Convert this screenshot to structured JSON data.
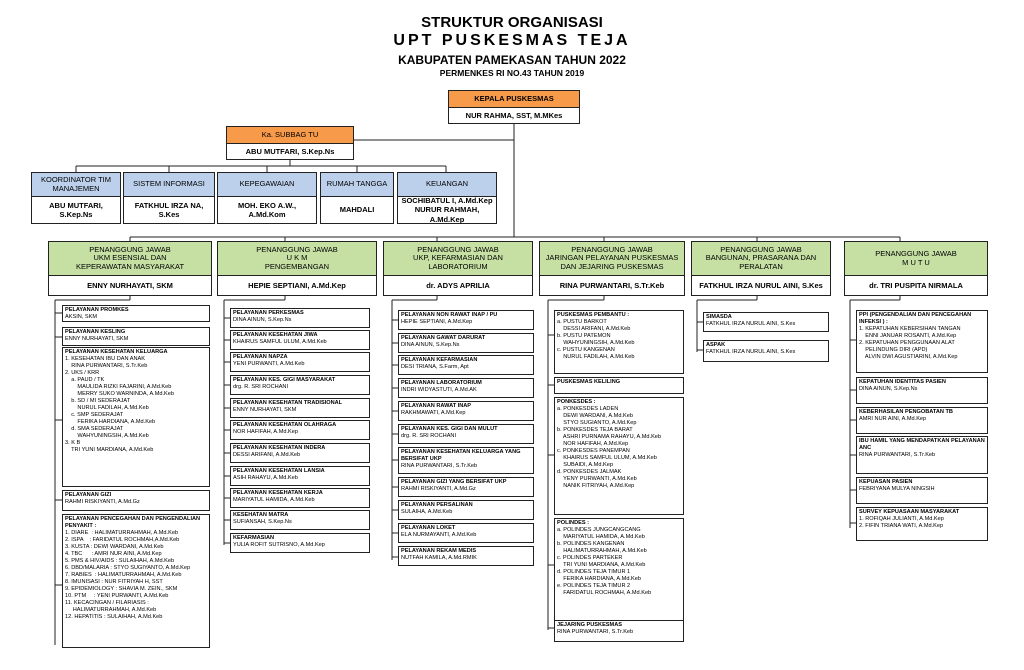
{
  "header": {
    "line1": "STRUKTUR ORGANISASI",
    "line2": "UPT PUSKESMAS TEJA",
    "line3": "KABUPATEN PAMEKASAN TAHUN 2022",
    "line4": "PERMENKES RI NO.43 TAHUN 2019"
  },
  "kepala": {
    "title": "KEPALA PUSKESMAS",
    "name": "NUR RAHMA, SST, M.MKes"
  },
  "subbag": {
    "title": "Ka. SUBBAG TU",
    "name": "ABU MUTFARI, S.Kep.Ns"
  },
  "staff": [
    {
      "title": "KOORDINATOR TIM MANAJEMEN",
      "name": "ABU MUTFARI, S.Kep.Ns"
    },
    {
      "title": "SISTEM INFORMASI",
      "name": "FATKHUL IRZA NA, S.Kes"
    },
    {
      "title": "KEPEGAWAIAN",
      "name": "MOH. EKO A.W., A.Md.Kom"
    },
    {
      "title": "RUMAH TANGGA",
      "name": "MAHDALI"
    },
    {
      "title": "KEUANGAN",
      "name": "SOCHIBATUL I, A.Md.Kep\nNURUR RAHMAH, A.Md.Kep"
    }
  ],
  "pj": [
    {
      "title": "PENANGGUNG JAWAB\nUKM ESENSIAL DAN\nKEPERAWATAN MASYARAKAT",
      "name": "ENNY NURHAYATI, SKM"
    },
    {
      "title": "PENANGGUNG JAWAB\nU K M\nPENGEMBANGAN",
      "name": "HEPIE SEPTIANI, A.Md.Kep"
    },
    {
      "title": "PENANGGUNG JAWAB\nUKP, KEFARMASIAN DAN\nLABORATORIUM",
      "name": "dr. ADYS APRILIA"
    },
    {
      "title": "PENANGGUNG JAWAB\nJARINGAN PELAYANAN PUSKESMAS\nDAN JEJARING PUSKESMAS",
      "name": "RINA PURWANTARI, S.Tr.Keb"
    },
    {
      "title": "PENANGGUNG JAWAB\nBANGUNAN, PRASARANA DAN\nPERALATAN",
      "name": "FATKHUL IRZA NURUL AINI, S.Kes"
    },
    {
      "title": "PENANGGUNG JAWAB\nM U T U",
      "name": "dr. TRI PUSPITA NIRMALA"
    }
  ],
  "units": [
    [
      {
        "title": "PELAYANAN PROMKES",
        "lines": [
          "AKSIN, SKM"
        ]
      },
      {
        "title": "PELAYANAN KESLING",
        "lines": [
          "ENNY NURHAYATI, SKM"
        ]
      },
      {
        "title": "PELAYANAN KESEHATAN KELUARGA",
        "lines": [
          "1. KESEHATAN IBU DAN ANAK",
          "    RINA PURWANTARI, S.Tr.Keb",
          "2. UKS / KRR",
          "    a. PAUD / TK",
          "        MAULIDA RIZKI FAJARINI, A.Md.Keb",
          "        MERRY SUKO WARNINDA, A.Md.Keb",
          "    b. SD / MI SEDERAJAT",
          "        NURUL FADILAH, A.Md.Keb",
          "    c. SMP SEDERAJAT",
          "        FERIKA HARDIANA, A.Md.Keb",
          "    d. SMA SEDERAJAT",
          "        WAHYUNINGSIH, A.Md.Keb",
          "3. K B",
          "    TRI YUNI MARDIANA, A.Md.Keb"
        ]
      },
      {
        "title": "PELAYANAN GIZI",
        "lines": [
          "RAHMI RISKIYANTI, A.Md.Gz"
        ]
      },
      {
        "title": "PELAYANAN PENCEGAHAN DAN PENGENDALIAN PENYAKIT :",
        "lines": [
          "1. DIARE  : HALIMATURRAHMAH, A.Md.Keb",
          "2. ISPA    : FARIDATUL ROCHMAH,A.Md.Keb",
          "3. KUSTA : DEWI WARDANI, A.Md.Keb",
          "4. TBC      : AMRI NUR AINI, A.Md.Kep",
          "5. PMS & HIV/AIDS : SULAIHAH, A.Md.Keb",
          "6. DBD/MALARIA : STYO SUGIYANTO, A.Md.Kep",
          "7. RABIES  : HALIMATURRAHMAH, A.Md.Keb",
          "8. IMUNISASI : NUR FITRIYAH H, SST",
          "9. EPIDEMIOLOGY : SHAVIA M. ZEIN., SKM",
          "10. PTM     : YENI PURWANTI, A.Md.Keb",
          "11. KECACINGAN / FILARIASIS :",
          "     HALIMATURRAHMAH, A.Md.Keb",
          "12. HEPATITIS : SULAIHAH, A.Md.Keb"
        ]
      }
    ],
    [
      {
        "title": "PELAYANAN PERKESMAS",
        "lines": [
          "DINA AINUN, S.Kep.Ns"
        ]
      },
      {
        "title": "PELAYANAN KESEHATAN JIWA",
        "lines": [
          "KHAIRUS SAMFUL ULUM, A.Md.Keb"
        ]
      },
      {
        "title": "PELAYANAN NAPZA",
        "lines": [
          "YENI PURWANTI, A.Md.Keb"
        ]
      },
      {
        "title": "PELAYANAN KES. GIGI MASYARAKAT",
        "lines": [
          "drg. R. SRI ROCHANI"
        ]
      },
      {
        "title": "PELAYANAN KESEHATAN TRADISIONAL",
        "lines": [
          "ENNY NURHAYATI, SKM"
        ]
      },
      {
        "title": "PELAYANAN KESEHATAN OLAHRAGA",
        "lines": [
          "NOR HAFIFAH, A.Md.Kep"
        ]
      },
      {
        "title": "PELAYANAN KESEHATAN INDERA",
        "lines": [
          "DESSI ARIFANI, A.Md.Keb"
        ]
      },
      {
        "title": "PELAYANAN KESEHATAN LANSIA",
        "lines": [
          "ASIH RAHAYU, A.Md.Keb"
        ]
      },
      {
        "title": "PELAYANAN KESEHATAN KERJA",
        "lines": [
          "MARIYATUL HAMIDA, A.Md.Keb"
        ]
      },
      {
        "title": "KESEHATAN MATRA",
        "lines": [
          "SUFIANSAH, S.Kep.Ns"
        ]
      },
      {
        "title": "KEFARMASIAN",
        "lines": [
          "YULIA ROFIT SUTRISNO, A.Md.Kep"
        ]
      }
    ],
    [
      {
        "title": "PELAYANAN NON RAWAT INAP / PU",
        "lines": [
          "HEPIE SEPTIANI, A.Md.Kep"
        ]
      },
      {
        "title": "PELAYANAN GAWAT DARURAT",
        "lines": [
          "DINA AINUN, S.Kep.Ns"
        ]
      },
      {
        "title": "PELAYANAN KEFARMASIAN",
        "lines": [
          "DESI TRIANA, S.Farm, Apt"
        ]
      },
      {
        "title": "PELAYANAN LABORATORIUM",
        "lines": [
          "INDRI WIDYASTUTI, A.Md.AK"
        ]
      },
      {
        "title": "PELAYANAN RAWAT INAP",
        "lines": [
          "RAKHMAWATI, A.Md.Kep"
        ]
      },
      {
        "title": "PELAYANAN KES. GIGI DAN MULUT",
        "lines": [
          "drg. R. SRI ROCHANI"
        ]
      },
      {
        "title": "PELAYANAN KESEHATAN KELUARGA YANG BERSIFAT UKP",
        "lines": [
          "RINA PURWANTARI, S.Tr.Keb"
        ]
      },
      {
        "title": "PELAYANAN GIZI YANG BERSIFAT UKP",
        "lines": [
          "RAHMI RISKIYANTI, A.Md.Gz"
        ]
      },
      {
        "title": "PELAYANAN PERSALINAN",
        "lines": [
          "SULAIHA, A.Md.Keb"
        ]
      },
      {
        "title": "PELAYANAN LOKET",
        "lines": [
          "ELA NURMAYANTI, A.Md.Keb"
        ]
      },
      {
        "title": "PELAYANAN REKAM MEDIS",
        "lines": [
          "NUTFAH KAMILA, A.Md.RMIK"
        ]
      }
    ],
    [
      {
        "title": "PUSKESMAS PEMBANTU :",
        "lines": [
          "a. PUSTU BARKOT",
          "    DESSI ARIFANI, A.Md.Keb",
          "b. PUSTU PATEMON",
          "    WAHYUNINGSIH, A.Md.Keb",
          "c. PUSTU KANGENAN",
          "    NURUL FADILAH, A.Md.Keb"
        ]
      },
      {
        "title": "PUSKESMAS KELILING",
        "lines": []
      },
      {
        "title": "PONKESDES :",
        "lines": [
          "a. PONKESDES LADEN",
          "    DEWI WARDANI, A.Md.Keb",
          "    STYO SUGIANTO, A.Md.Kep",
          "b. PONKESDES TEJA BARAT",
          "    ASHRI PURNAMA RAHAYU, A.Md.Keb",
          "    NOR HAFIFAH, A.Md.Kep",
          "c. PONKESDES PANEMPAN",
          "    KHAIRUS SAMFUL ULUM, A.Md.Keb",
          "    SUBAIDI, A.Md.Kep",
          "d. PONKESDES JALMAK",
          "    YENY PURWANTI, A.Md.Keb",
          "    NANIK FITRIYAH, A.Md.Kep"
        ]
      },
      {
        "title": "POLINDES :",
        "lines": [
          "a. POLINDES JUNGCANGCANG",
          "    MARIYATUL HAMIDA, A.Md.Keb",
          "b. POLINDES KANGENAN",
          "    HALIMATURRAHMAH, A.Md.Keb",
          "c. POLINDES PARTEKER",
          "    TRI YUNI MARDIANA, A.Md.Keb",
          "d. POLINDES TEJA TIMUR 1",
          "    FERIKA HARDIANA, A.Md.Keb",
          "e. POLINDES TEJA TIMUR 2",
          "    FARIDATUL ROCHMAH, A.Md.Keb"
        ]
      },
      {
        "title": "JEJARING PUSKESMAS",
        "lines": [
          "RINA PURWANTARI, S.Tr.Keb"
        ]
      }
    ],
    [
      {
        "title": "SIMASDA",
        "lines": [
          "FATKHUL IRZA NURUL AINI, S.Kes"
        ]
      },
      {
        "title": "ASPAK",
        "lines": [
          "FATKHUL IRZA NURUL AINI, S.Kes"
        ]
      }
    ],
    [
      {
        "title": "PPI (PENGENDALIAN DAN PENCEGAHAN INFEKSI ) :",
        "lines": [
          "1. KEPATUHAN KEBERSIHAN TANGAN",
          "    ENNI JANUAR ROSANTI, A.Md.Kep",
          "2. KEPATUHAN PENGGUNAAN ALAT",
          "    PELINDUNG DIRI (APD)",
          "    ALVIN DWI AGUSTIARINI, A.Md.Kep"
        ]
      },
      {
        "title": "KEPATUHAN IDENTITAS PASIEN",
        "lines": [
          "DINA AINUN, S.Kep.Ns"
        ]
      },
      {
        "title": "KEBERHASILAN PENGOBATAN TB",
        "lines": [
          "AMRI NUR AINI, A.Md.Kep"
        ]
      },
      {
        "title": "IBU HAMIL YANG MENDAPATKAN PELAYANAN ANC",
        "lines": [
          "RINA PURWANTARI, S.Tr.Keb"
        ]
      },
      {
        "title": "KEPUASAN PASIEN",
        "lines": [
          "FEBRIYANA MULYA NINGSIH"
        ]
      },
      {
        "title": "SURVEY KEPUASAAN MASYARAKAT",
        "lines": [
          "1. ROFIQAH JULIANTI, A.Md.Kep",
          "2. FIFIN TRIANA WATI, A.Md.Kep"
        ]
      }
    ]
  ]
}
